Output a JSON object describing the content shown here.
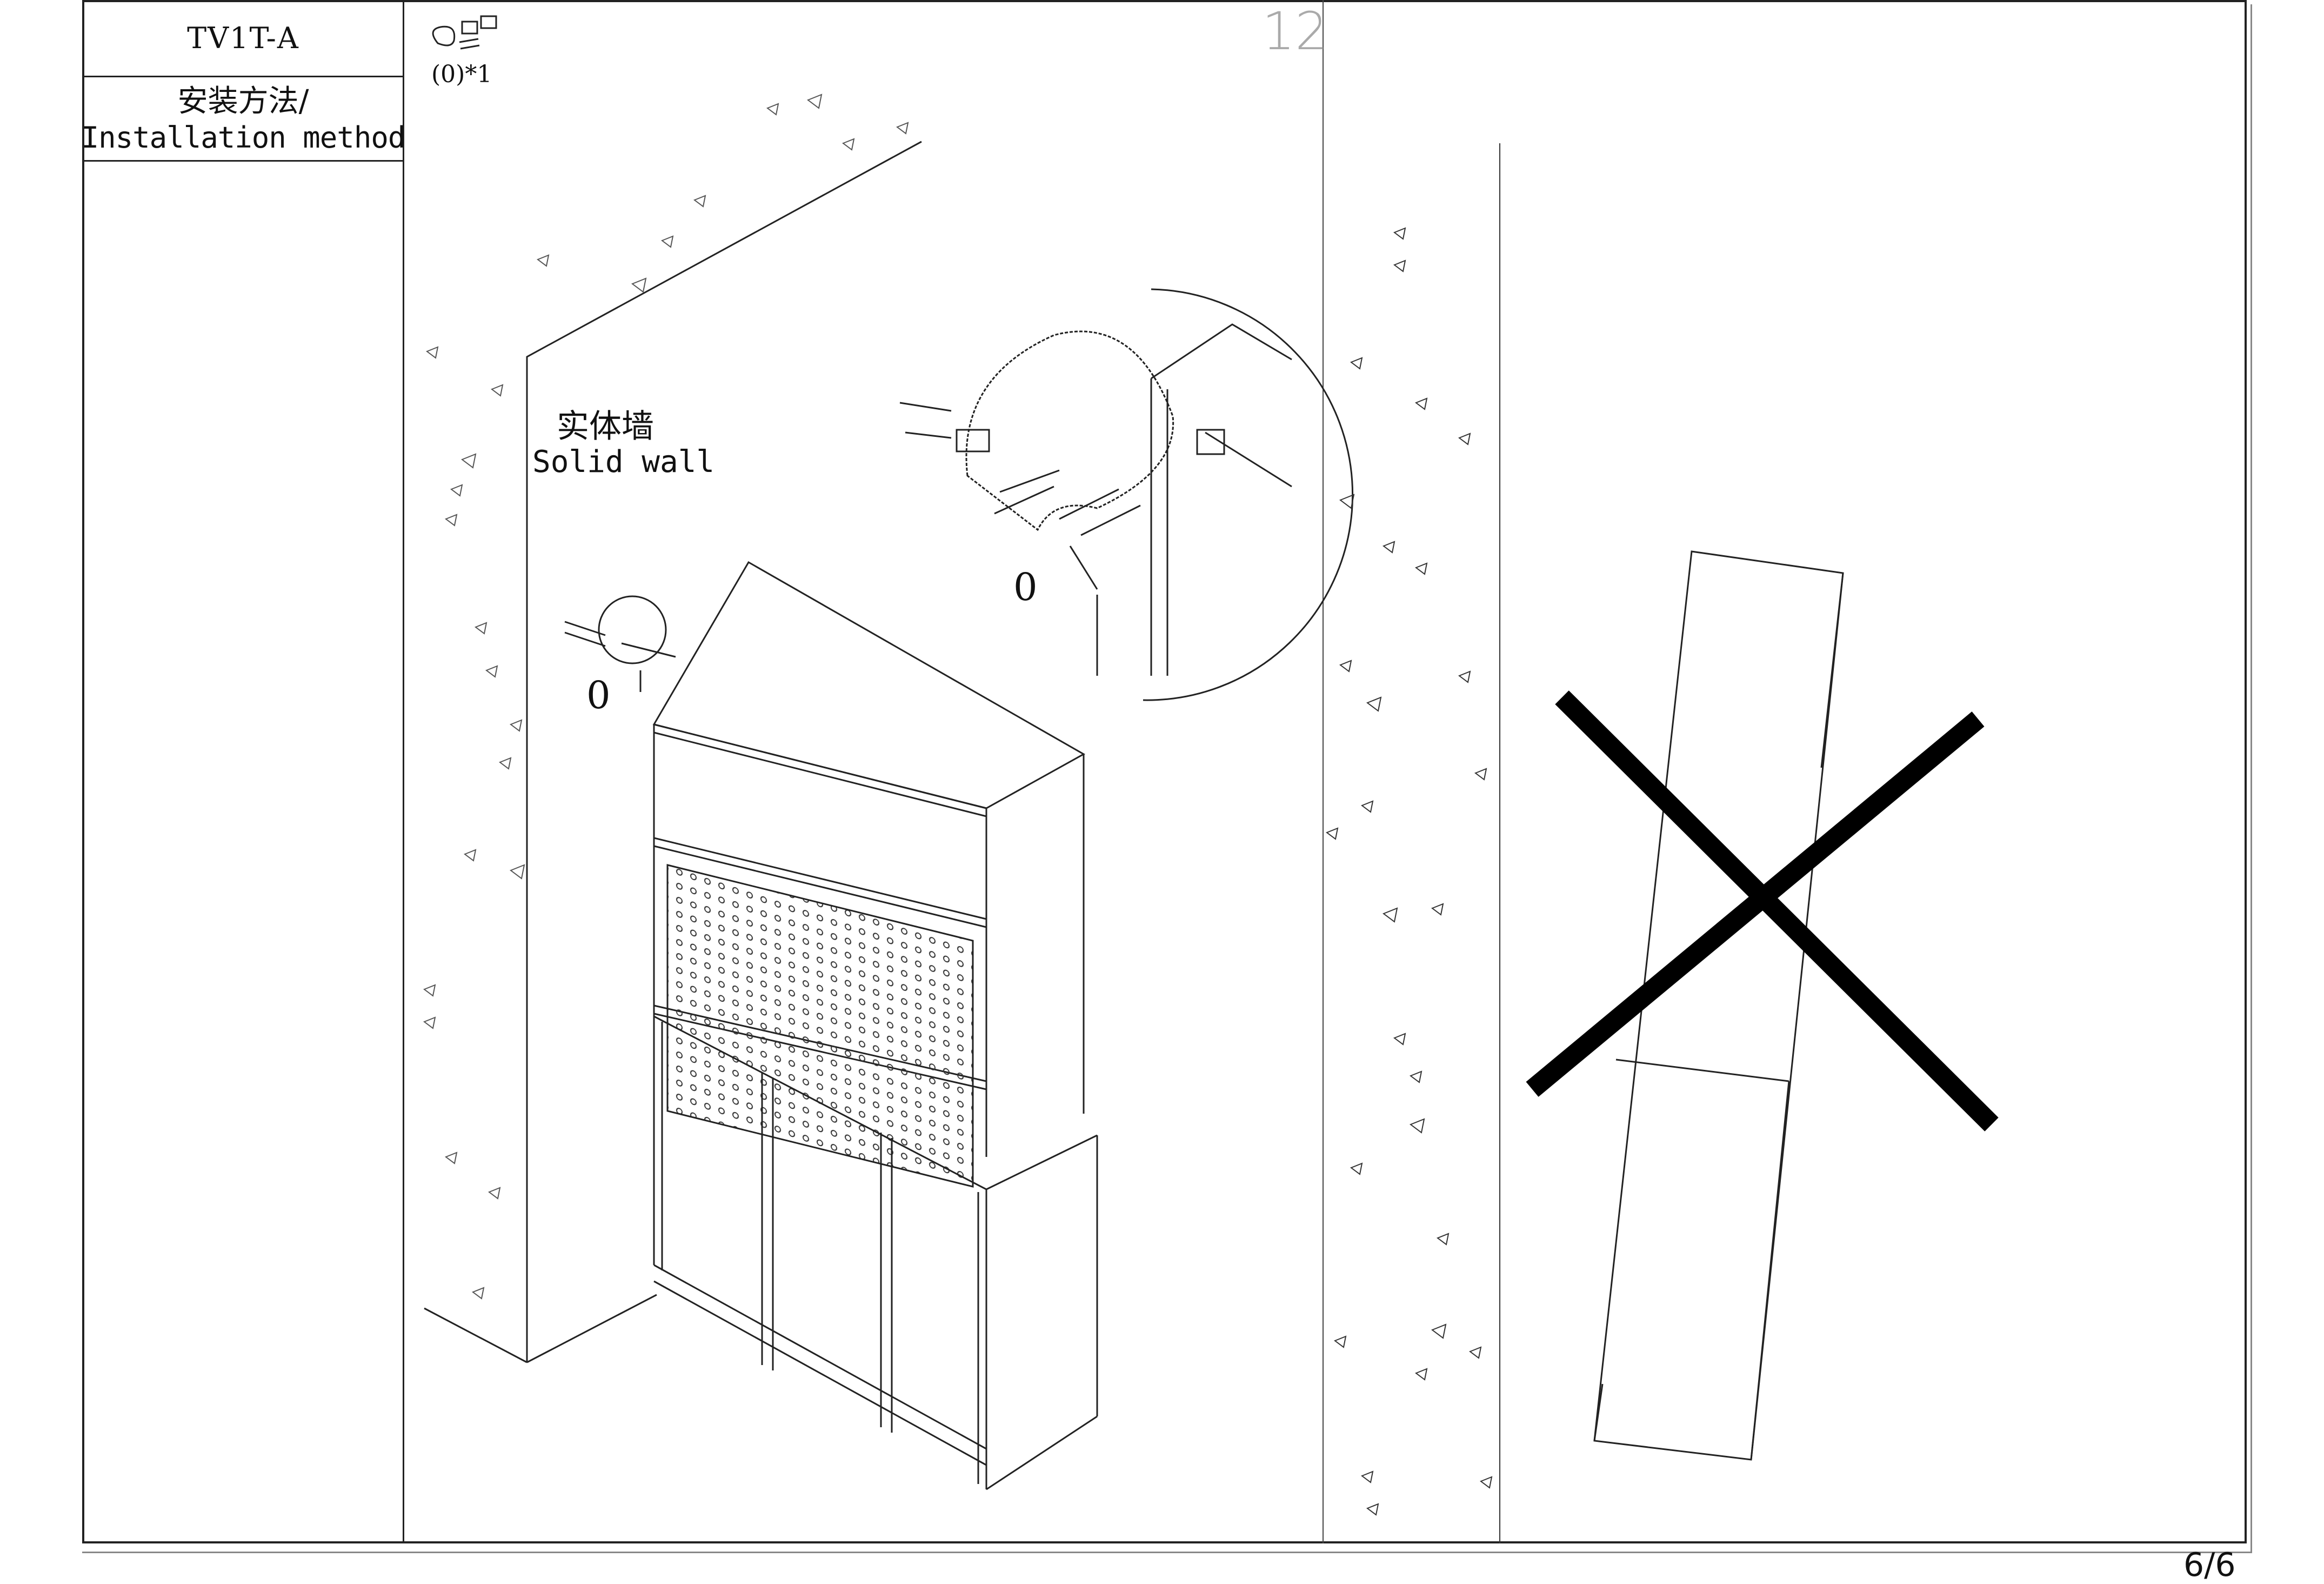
{
  "header": {
    "model_code": "TV1T-A",
    "title_cn": "安装方法/",
    "title_en": "Installation method"
  },
  "step_number": "12",
  "parts": {
    "label": "(0)*1",
    "icon": "wall-anchor-kit-icon"
  },
  "wall_label": {
    "cn": "实体墙",
    "en": "Solid wall"
  },
  "callouts": {
    "detail_label": "0",
    "anchor_label": "0"
  },
  "wrong_marker": {
    "icon": "cross-icon",
    "color": "#000000"
  },
  "page_number": "6/6"
}
